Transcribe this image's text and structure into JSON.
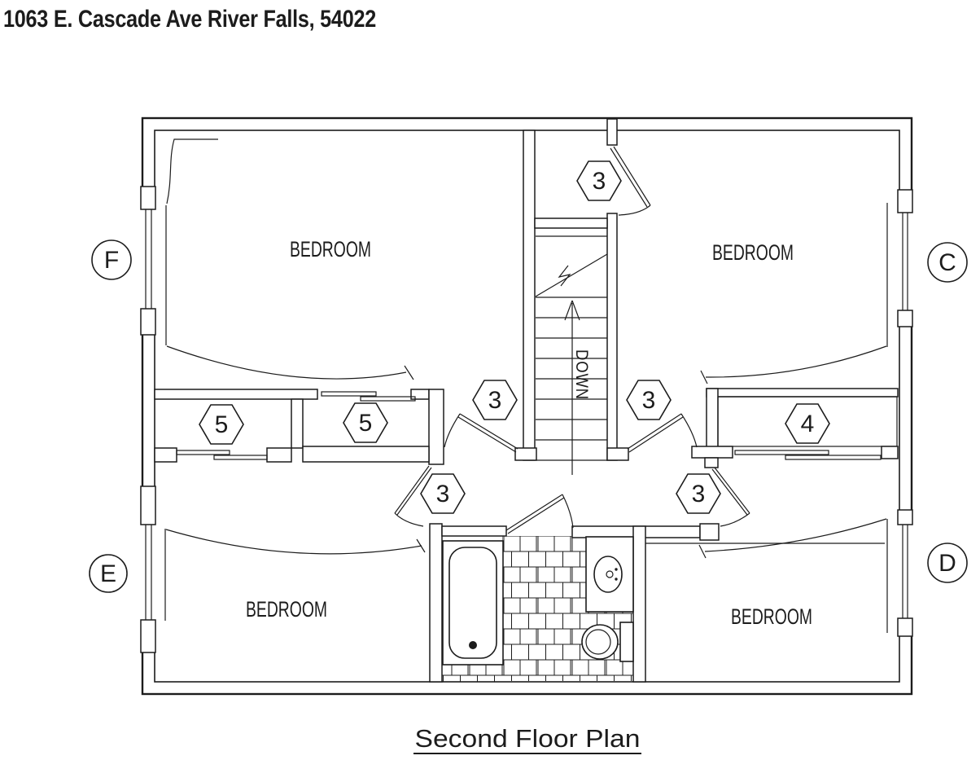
{
  "header": {
    "title": "1063 E. Cascade Ave River Falls, 54022"
  },
  "footer": {
    "caption": "Second Floor Plan"
  },
  "plan": {
    "rooms": [
      {
        "id": "bedroom-top-left",
        "label": "BEDROOM"
      },
      {
        "id": "bedroom-top-right",
        "label": "BEDROOM"
      },
      {
        "id": "bedroom-bottom-left",
        "label": "BEDROOM"
      },
      {
        "id": "bedroom-bottom-right",
        "label": "BEDROOM"
      }
    ],
    "stair": {
      "direction_label": "DOWN"
    },
    "door_tags": [
      {
        "id": "closet-top-center",
        "value": "3"
      },
      {
        "id": "hall-left",
        "value": "3"
      },
      {
        "id": "hall-right",
        "value": "3"
      },
      {
        "id": "bedroom-bottom-left-entry",
        "value": "3"
      },
      {
        "id": "bedroom-bottom-right-entry",
        "value": "3"
      },
      {
        "id": "closet-left",
        "value": "5"
      },
      {
        "id": "closet-center",
        "value": "5"
      },
      {
        "id": "closet-right",
        "value": "4"
      }
    ],
    "reference_markers": [
      {
        "id": "west-upper",
        "letter": "F"
      },
      {
        "id": "east-upper",
        "letter": "C"
      },
      {
        "id": "west-lower",
        "letter": "E"
      },
      {
        "id": "east-lower",
        "letter": "D"
      }
    ],
    "colors": {
      "line": "#1c1c1c",
      "background": "#ffffff"
    }
  }
}
